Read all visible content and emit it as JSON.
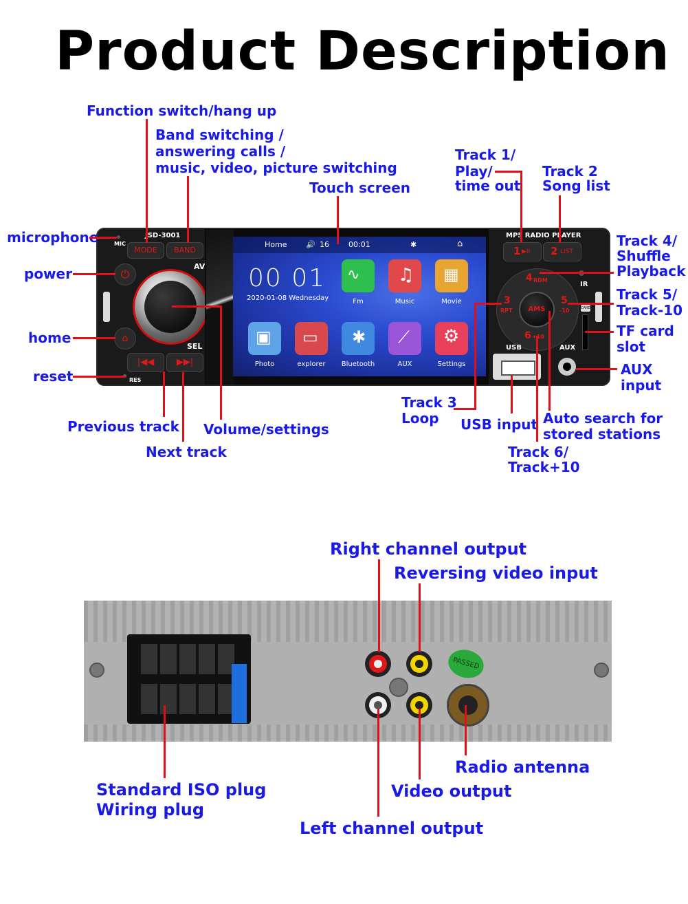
{
  "title": "Product Description",
  "labels": {
    "function_switch": "Function switch/hang up",
    "band_1": "Band switching /",
    "band_2": "answering calls /",
    "band_3": "music, video, picture switching",
    "touch_screen": "Touch screen",
    "track1_1": "Track 1/",
    "track1_2": "Play/",
    "track1_3": "time out",
    "track2_1": "Track 2",
    "track2_2": "Song list",
    "microphone": "microphone",
    "power": "power",
    "home": "home",
    "reset": "reset",
    "track4_1": "Track 4/",
    "track4_2": "Shuffle",
    "track4_3": "Playback",
    "track5_1": "Track 5/",
    "track5_2": "Track-10",
    "tf_1": "TF card",
    "tf_2": "slot",
    "aux_1": "AUX",
    "aux_2": "input",
    "track3_1": "Track 3",
    "track3_2": "Loop",
    "usb_input": "USB input",
    "auto_1": "Auto search for",
    "auto_2": "stored stations",
    "track6_1": "Track 6/",
    "track6_2": "Track+10",
    "previous_track": "Previous track",
    "volume_settings": "Volume/settings",
    "next_track": "Next track",
    "right_channel": "Right channel output",
    "reversing_video": "Reversing video input",
    "iso_1": "Standard ISO plug",
    "iso_2": "Wiring plug",
    "radio_antenna": "Radio antenna",
    "video_output": "Video output",
    "left_channel": "Left channel output"
  },
  "device": {
    "model": "JSD-3001",
    "mic": "MIC",
    "mode": "MODE",
    "band": "BAND",
    "av": "AV",
    "sel": "SEL",
    "res": "RES",
    "mp5": "MP5 RADIO PLAYER",
    "usb": "USB",
    "aux": "AUX",
    "card": "CARD",
    "ir": "IR",
    "btn1": "1",
    "btn1_sub": "▶II",
    "btn2": "2",
    "btn2_sub": "LIST",
    "btn3": "3",
    "btn3_sub": "RPT",
    "btn4": "4",
    "btn4_sub": "RDM",
    "btn5": "5",
    "btn5_sub": "-10",
    "btn6": "6",
    "btn6_sub": "+10",
    "ams": "AMS",
    "passed": "PASSED"
  },
  "screen": {
    "home": "Home",
    "volume": "16",
    "time_small": "00:01",
    "clock": "00 01",
    "date": "2020-01-08  Wednesday",
    "apps": [
      "Fm",
      "Music",
      "Movie",
      "Photo",
      "explorer",
      "Bluetooth",
      "AUX",
      "Settings"
    ]
  },
  "colors": {
    "label": "#1a1ae6",
    "leader": "#e0101a"
  }
}
